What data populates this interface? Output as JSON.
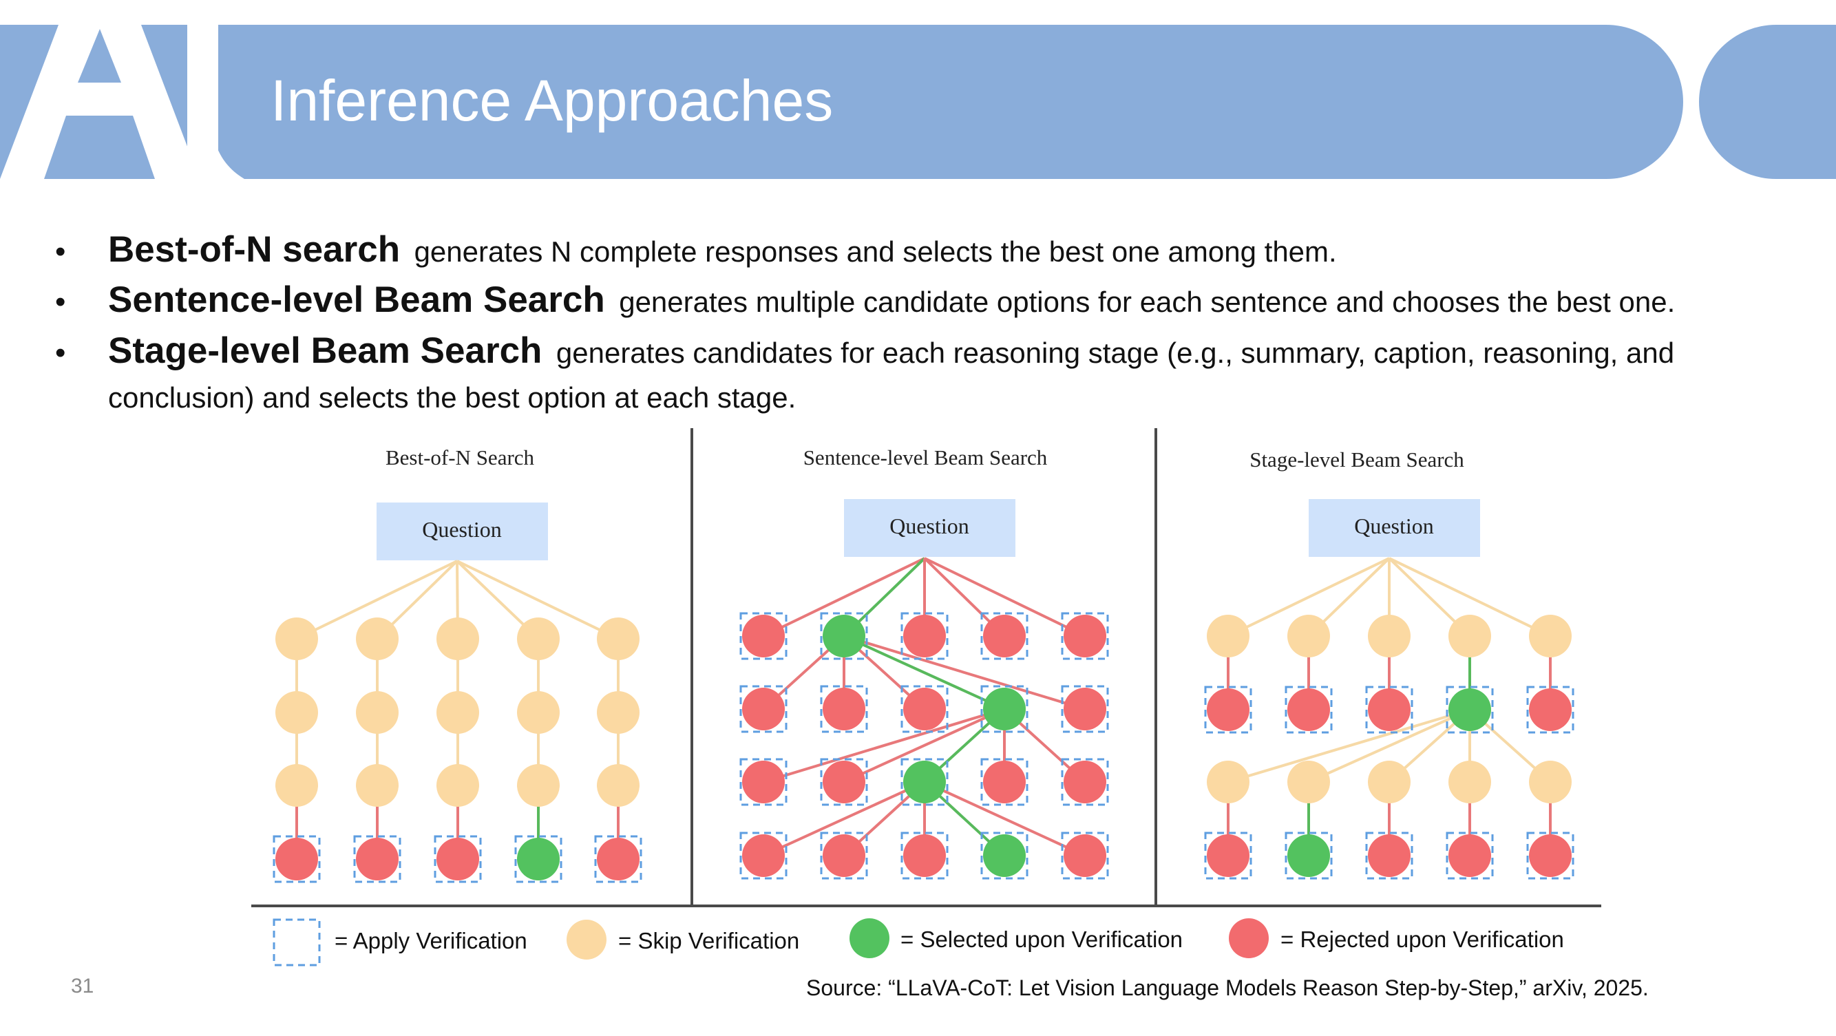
{
  "header": {
    "logo_text": "AI",
    "title": "Inference Approaches"
  },
  "bullets": [
    {
      "term": "Best-of-N search",
      "desc": "generates N complete responses and selects the best one among them.",
      "desc_cont": ""
    },
    {
      "term": "Sentence-level Beam Search",
      "desc": "generates multiple candidate options for each sentence and chooses the best one.",
      "desc_cont": ""
    },
    {
      "term": "Stage-level Beam Search",
      "desc": "generates candidates for each reasoning stage (e.g., summary, caption, reasoning, and",
      "desc_cont": "conclusion) and selects the best option at each stage."
    }
  ],
  "bullet_glyph": "•",
  "diagram": {
    "panels": [
      {
        "title": "Best-of-N Search",
        "question_label": "Question"
      },
      {
        "title": "Sentence-level Beam Search",
        "question_label": "Question"
      },
      {
        "title": "Stage-level Beam Search",
        "question_label": "Question"
      }
    ],
    "legend": [
      {
        "symbol": "dashed-box",
        "label": "=  Apply Verification"
      },
      {
        "symbol": "beige-circle",
        "label": "=  Skip Verification"
      },
      {
        "symbol": "green-circle",
        "label": "=  Selected upon Verification"
      },
      {
        "symbol": "red-circle",
        "label": "=  Rejected upon Verification"
      }
    ]
  },
  "page_number": "31",
  "source": "Source: “LLaVA-CoT: Let Vision Language Models Reason Step-by-Step,” arXiv, 2025.",
  "colors": {
    "header_band": "#8aadda",
    "question_box": "#cfe2fb",
    "skip_node": "#fbd9a2",
    "selected_node": "#53c25f",
    "rejected_node": "#f26b6e",
    "edge_beige": "#f6d9a6",
    "edge_red": "#e8787a",
    "edge_green": "#58b95c",
    "verify_box": "#5e9ee0",
    "divider": "#4a4a4a"
  }
}
